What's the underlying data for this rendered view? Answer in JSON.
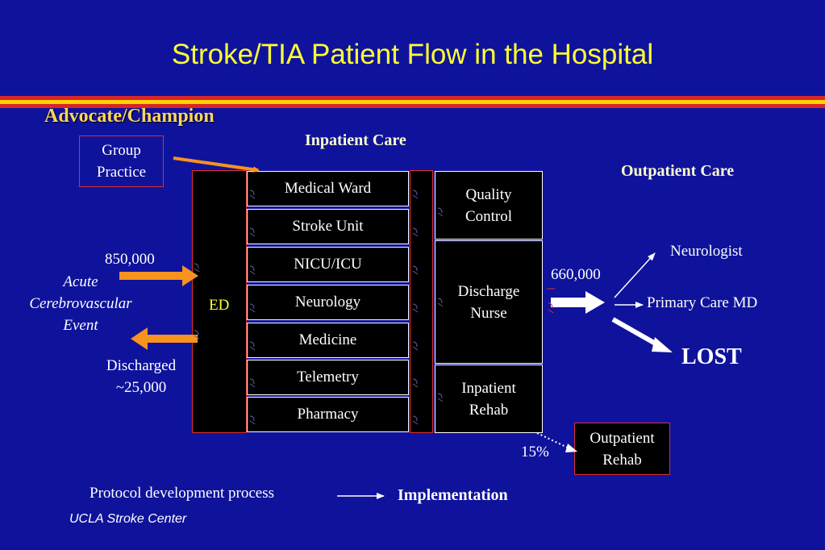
{
  "title": "Stroke/TIA Patient Flow in the Hospital",
  "advocate_label": "Advocate/Champion",
  "group_practice": "Group Practice",
  "inpatient_care_label": "Inpatient Care",
  "outpatient_care_label": "Outpatient Care",
  "ed_label": "ED",
  "departments": [
    "Medical Ward",
    "Stroke Unit",
    "NICU/ICU",
    "Neurology",
    "Medicine",
    "Telemetry",
    "Pharmacy"
  ],
  "right_boxes": {
    "quality_control": "Quality Control",
    "discharge_nurse": "Discharge Nurse",
    "inpatient_rehab": "Inpatient Rehab"
  },
  "inflow_count": "850,000",
  "acute_event": "Acute Cerebrovascular Event",
  "discharged": "Discharged ~25,000",
  "outflow_count": "660,000",
  "neurologist": "Neurologist",
  "primary_care": "Primary Care MD",
  "lost": "LOST",
  "rehab_percent": "15%",
  "outpatient_rehab": "Outpatient Rehab",
  "protocol_dev": "Protocol development process",
  "implementation": "Implementation",
  "footer": "UCLA Stroke Center",
  "colors": {
    "background": "#0f139b",
    "title": "#ffff33",
    "arrow_orange": "#f7931e",
    "stripe_red": "#d9252a",
    "stripe_yellow": "#ffd200"
  }
}
